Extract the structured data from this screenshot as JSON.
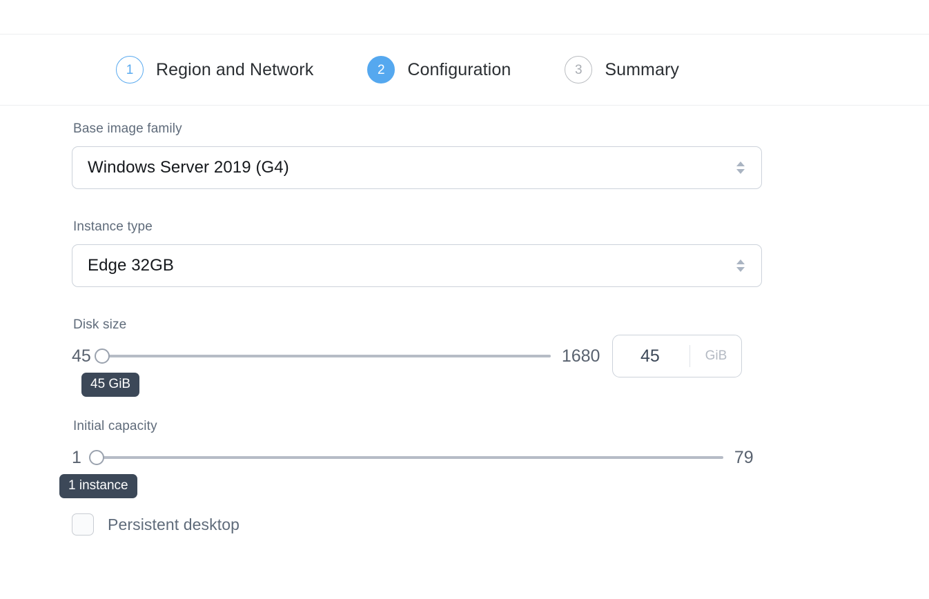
{
  "colors": {
    "accent_blue": "#55a8ef",
    "label_slate": "#5f6b7a",
    "value_dark": "#15181c",
    "tooltip_bg": "#3c4858",
    "border_gray": "#ccd2da",
    "track_gray": "#b6bcc6",
    "inactive_gray": "#b9bcc0"
  },
  "stepper": {
    "steps": [
      {
        "number": "1",
        "label": "Region and Network",
        "state": "complete"
      },
      {
        "number": "2",
        "label": "Configuration",
        "state": "active"
      },
      {
        "number": "3",
        "label": "Summary",
        "state": "inactive"
      }
    ]
  },
  "form": {
    "base_image_family": {
      "label": "Base image family",
      "value": "Windows Server 2019 (G4)"
    },
    "instance_type": {
      "label": "Instance type",
      "value": "Edge 32GB"
    },
    "disk_size": {
      "label": "Disk size",
      "min": "45",
      "max": "1680",
      "value": "45",
      "tooltip": "45 GiB",
      "input_value": "45",
      "unit": "GiB",
      "knob_percent": 0
    },
    "initial_capacity": {
      "label": "Initial capacity",
      "min": "1",
      "max": "79",
      "value": "1",
      "tooltip": "1 instance",
      "knob_percent": 0
    },
    "persistent_desktop": {
      "label": "Persistent desktop",
      "checked": false
    }
  }
}
